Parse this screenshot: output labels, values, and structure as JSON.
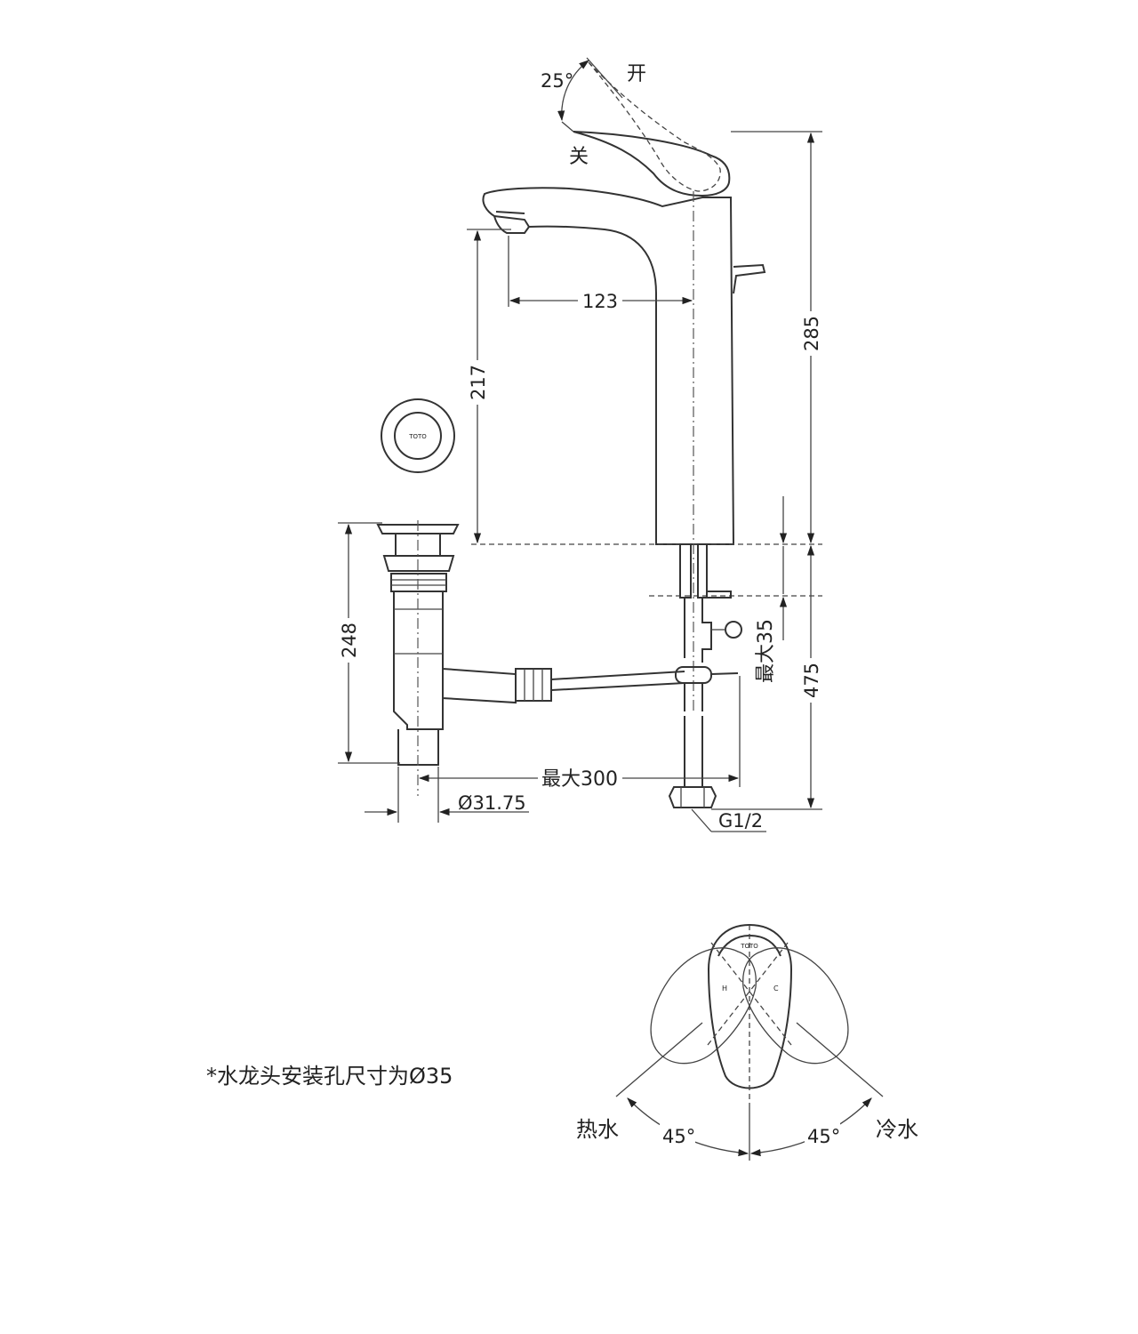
{
  "labels": {
    "angle_open": "25°",
    "open": "开",
    "close": "关",
    "dim_spout_reach": "123",
    "dim_spout_height": "217",
    "dim_total_height": "285",
    "dim_drain_height": "248",
    "dim_max_thickness": "最大35",
    "dim_pipe_length": "475",
    "dim_max_300": "最大300",
    "dim_diameter": "Ø31.75",
    "dim_thread": "G1/2",
    "install_note": "*水龙头安装孔尺寸为Ø35",
    "hot_water": "热水",
    "cold_water": "冷水",
    "angle_left": "45°",
    "angle_right": "45°",
    "letter_h": "H",
    "letter_c": "C",
    "brand_mark": "TOTO"
  }
}
